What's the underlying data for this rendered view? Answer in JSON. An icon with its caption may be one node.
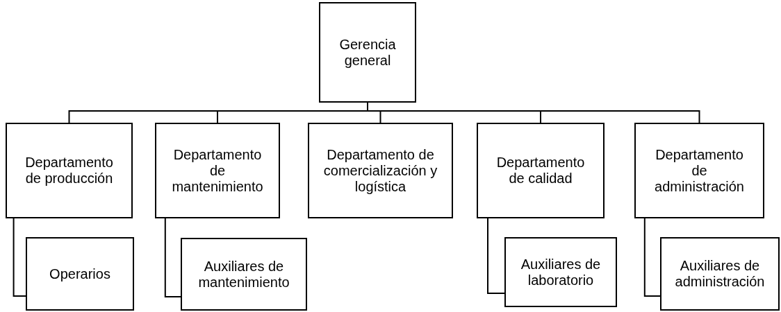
{
  "diagram": {
    "nodes": [
      {
        "text": [
          "Gerencia general"
        ]
      },
      {
        "text": [
          "Departamento de producción"
        ]
      },
      {
        "text": [
          "Departamento de mantenimiento"
        ]
      },
      {
        "text": [
          "Departamento de comercialización y logística"
        ]
      },
      {
        "text": [
          "Departamento de calidad"
        ]
      },
      {
        "text": [
          "Departamento de administración"
        ]
      },
      {
        "text": [
          "Operarios"
        ]
      },
      {
        "text": [
          "Auxiliares de mantenimiento"
        ]
      },
      {
        "text": [
          "Auxiliares de laboratorio"
        ]
      },
      {
        "text": [
          "Auxiliares de administración"
        ]
      }
    ],
    "edges": [
      {
        "from": 0,
        "to": 1,
        "arrow": "none"
      },
      {
        "from": 0,
        "to": 2,
        "arrow": "none"
      },
      {
        "from": 0,
        "to": 3,
        "arrow": "none"
      },
      {
        "from": 0,
        "to": 4,
        "arrow": "none"
      },
      {
        "from": 0,
        "to": 5,
        "arrow": "none"
      },
      {
        "from": 1,
        "to": 6,
        "arrow": "none"
      },
      {
        "from": 2,
        "to": 7,
        "arrow": "none"
      },
      {
        "from": 4,
        "to": 8,
        "arrow": "none"
      },
      {
        "from": 5,
        "to": 9,
        "arrow": "none"
      }
    ]
  }
}
